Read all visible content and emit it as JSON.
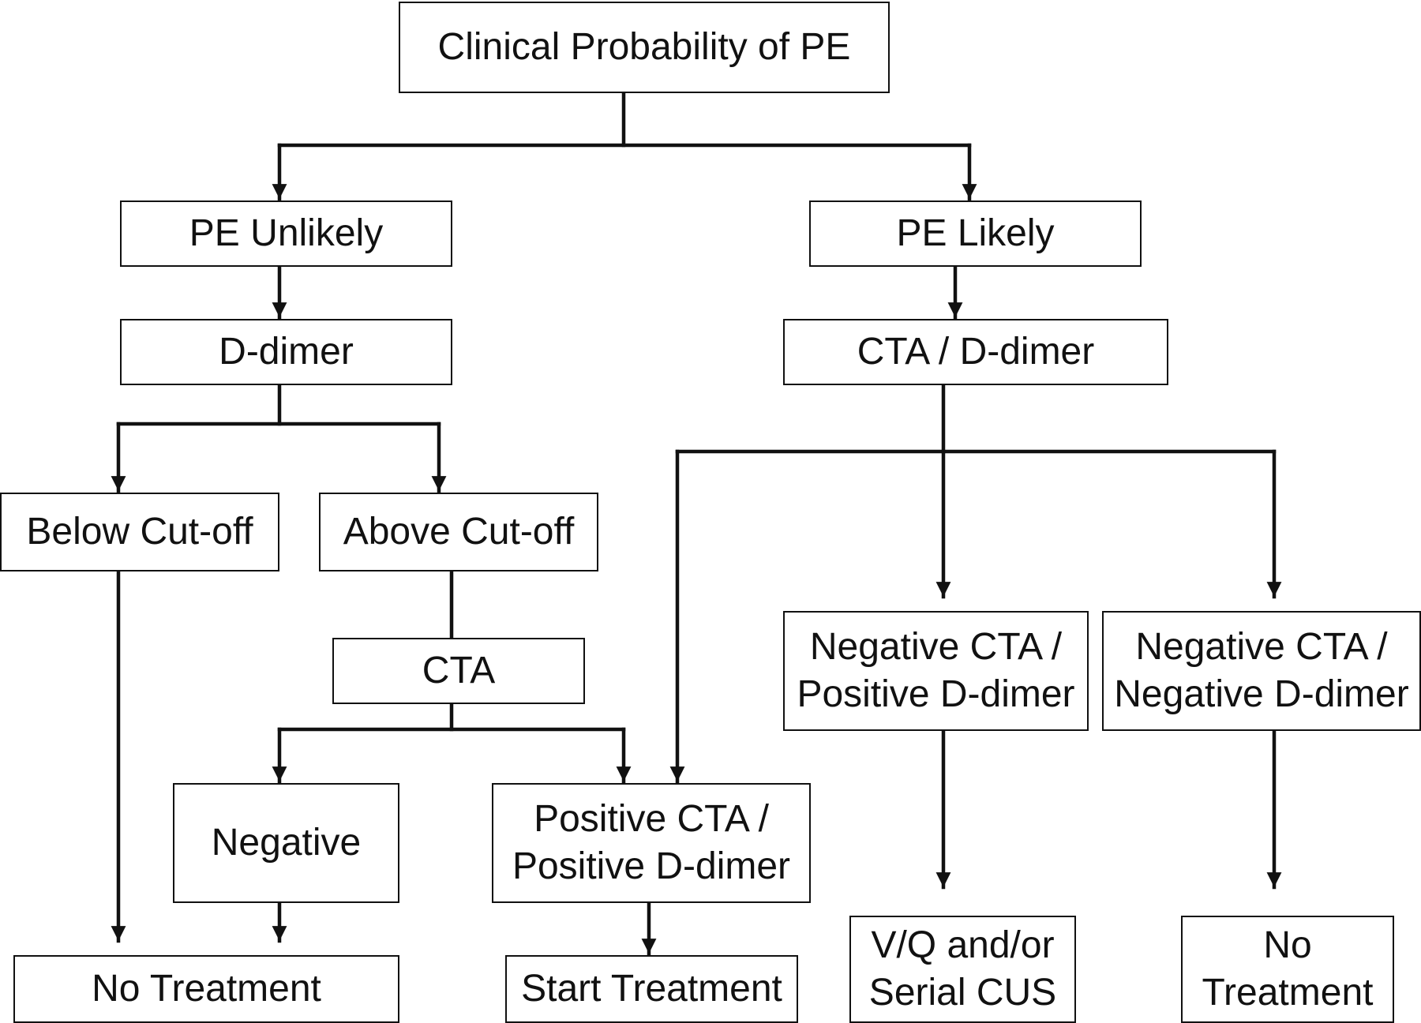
{
  "nodes": {
    "root": {
      "lines": [
        "Clinical Probability of PE"
      ]
    },
    "unlikely": {
      "lines": [
        "PE Unlikely"
      ]
    },
    "likely": {
      "lines": [
        "PE Likely"
      ]
    },
    "ddimer": {
      "lines": [
        "D-dimer"
      ]
    },
    "cta_ddimer": {
      "lines": [
        "CTA / D-dimer"
      ]
    },
    "below": {
      "lines": [
        "Below Cut-off"
      ]
    },
    "above": {
      "lines": [
        "Above Cut-off"
      ]
    },
    "cta": {
      "lines": [
        "CTA"
      ]
    },
    "negative": {
      "lines": [
        "Negative"
      ]
    },
    "positive_both": {
      "lines": [
        "Positive CTA /",
        "Positive D-dimer"
      ]
    },
    "neg_cta_pos_dd": {
      "lines": [
        "Negative CTA /",
        "Positive D-dimer"
      ]
    },
    "neg_cta_neg_dd": {
      "lines": [
        "Negative CTA /",
        "Negative D-dimer"
      ]
    },
    "no_treatment_left": {
      "lines": [
        "No Treatment"
      ]
    },
    "start_treatment": {
      "lines": [
        "Start Treatment"
      ]
    },
    "vq_cus": {
      "lines": [
        "V/Q and/or",
        "Serial CUS"
      ]
    },
    "no_treatment_right": {
      "lines": [
        "No",
        "Treatment"
      ]
    }
  }
}
